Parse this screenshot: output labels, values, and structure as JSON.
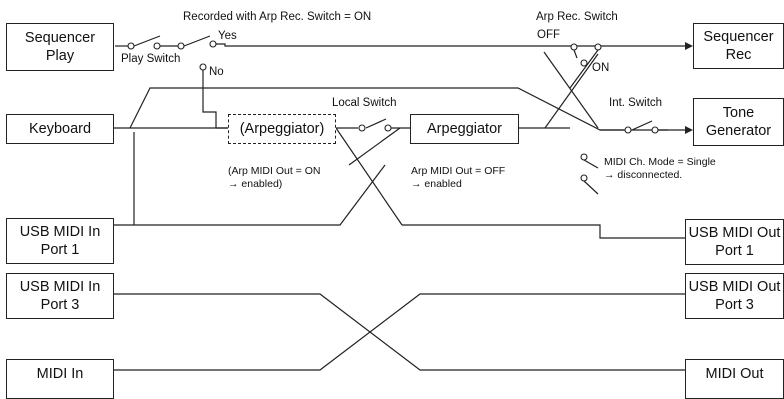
{
  "blocks": {
    "seq_play": [
      "Sequencer",
      "Play"
    ],
    "keyboard": "Keyboard",
    "usb_in_1": [
      "USB MIDI In",
      "Port 1"
    ],
    "usb_in_3": [
      "USB MIDI In",
      "Port 3"
    ],
    "midi_in": "MIDI In",
    "arp_dashed": "(Arpeggiator)",
    "arp": "Arpeggiator",
    "seq_rec": [
      "Sequencer",
      "Rec"
    ],
    "tone_gen": [
      "Tone",
      "Generator"
    ],
    "usb_out_1": [
      "USB MIDI Out",
      "Port 1"
    ],
    "usb_out_3": [
      "USB MIDI Out",
      "Port 3"
    ],
    "midi_out": "MIDI Out"
  },
  "labels": {
    "recorded_with": "Recorded with Arp Rec. Switch = ON",
    "yes": "Yes",
    "no": "No",
    "play_switch": "Play Switch",
    "arp_rec_switch": "Arp Rec. Switch",
    "off": "OFF",
    "on": "ON",
    "local_switch": "Local Switch",
    "int_switch": "Int. Switch",
    "arp_midi_out_on": [
      "(Arp MIDI Out = ON",
      "→ enabled)"
    ],
    "arp_midi_out_off": [
      "Arp MIDI Out = OFF",
      "→ enabled"
    ],
    "midi_ch_mode": [
      "MIDI Ch. Mode = Single",
      "→ disconnected."
    ]
  }
}
